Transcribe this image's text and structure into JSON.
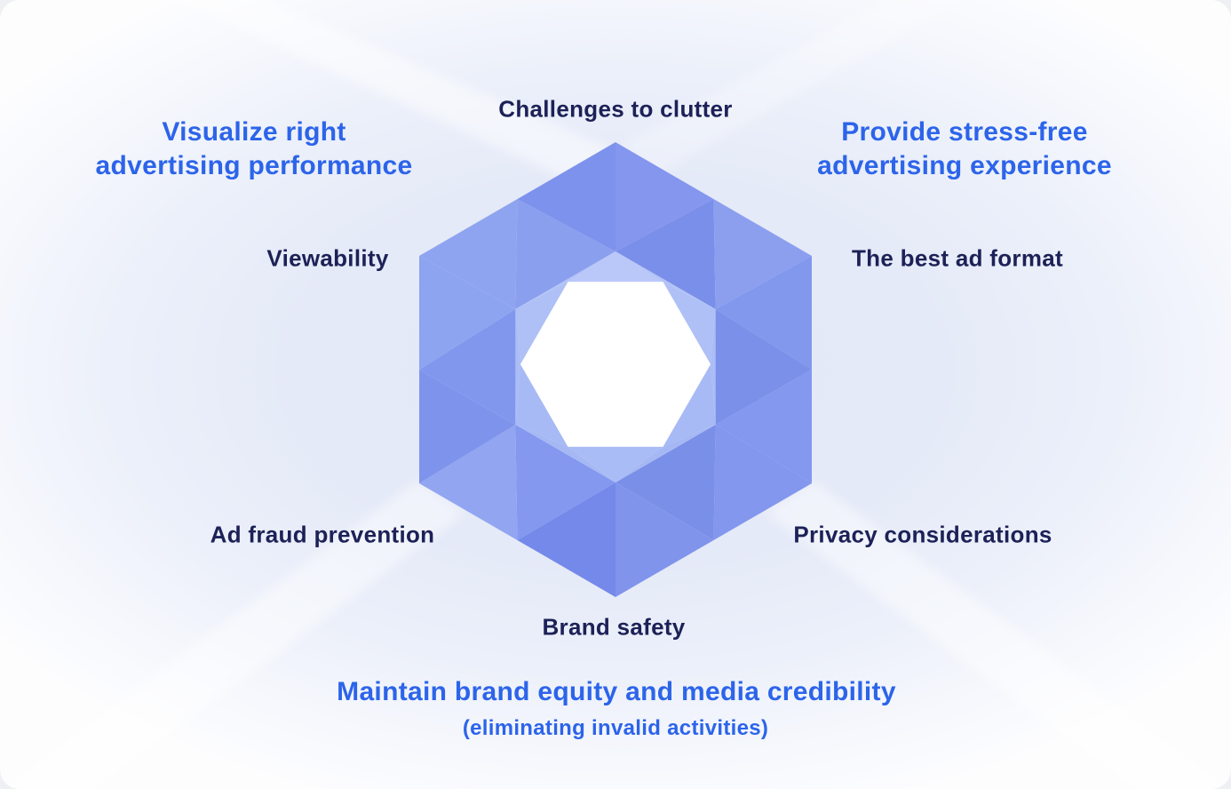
{
  "diagram": {
    "headings": {
      "top_left": {
        "line1": "Visualize right",
        "line2": "advertising performance"
      },
      "top_right": {
        "line1": "Provide stress-free",
        "line2": "advertising experience"
      },
      "bottom": {
        "line1": "Maintain brand equity and media credibility",
        "line2": "(eliminating invalid activities)"
      }
    },
    "labels": {
      "top": "Challenges to clutter",
      "left": "Viewability",
      "right": "The best ad format",
      "bottom_left": "Ad fraud prevention",
      "bottom_right": "Privacy considerations",
      "bottom": "Brand safety"
    },
    "colors": {
      "heading_blue": "#2c64ea",
      "label_navy": "#1c2157",
      "facet_blue": "#7d92ec",
      "facet_deep": "#7489e9",
      "facet_soft": "#8fa4f0",
      "ring_light": "#b4c3f7",
      "center_white": "#ffffff",
      "background_tint": "#e5eaf8"
    }
  }
}
